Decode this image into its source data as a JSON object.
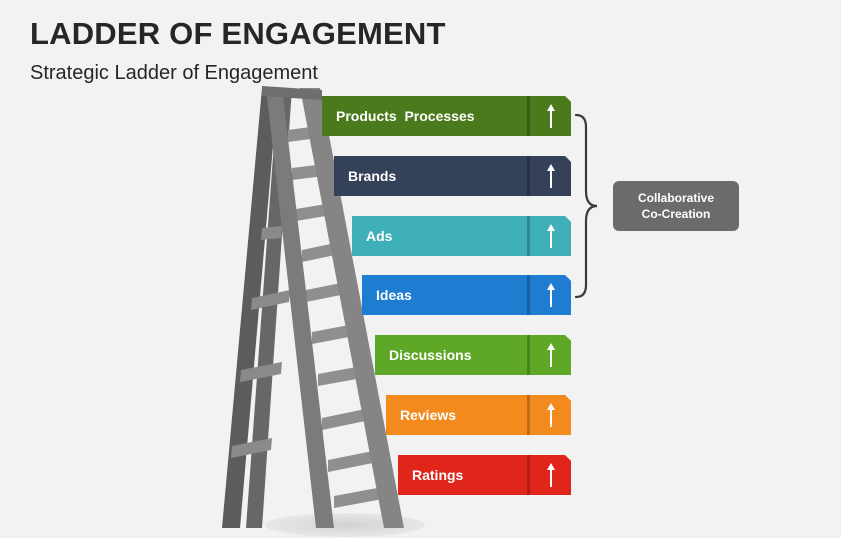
{
  "header": {
    "title": "LADDER OF ENGAGEMENT",
    "subtitle": "Strategic Ladder of Engagement"
  },
  "steps": [
    {
      "label": "Products  Processes",
      "color": "#4a7a1c"
    },
    {
      "label": "Brands",
      "color": "#354158"
    },
    {
      "label": "Ads",
      "color": "#3fb0b7"
    },
    {
      "label": "Ideas",
      "color": "#1f7dd1"
    },
    {
      "label": "Discussions",
      "color": "#5fa827"
    },
    {
      "label": "Reviews",
      "color": "#f28a1e"
    },
    {
      "label": "Ratings",
      "color": "#e0261b"
    }
  ],
  "group": {
    "label_line1": "Collaborative",
    "label_line2": "Co-Creation"
  },
  "icons": {
    "step_arrow": "up-arrow-icon",
    "group_brace": "right-curly-brace-icon"
  },
  "colors": {
    "ladder": "#7b7b7b",
    "ladder_dark": "#5c5c5c",
    "group_box": "#6b6b6b"
  }
}
